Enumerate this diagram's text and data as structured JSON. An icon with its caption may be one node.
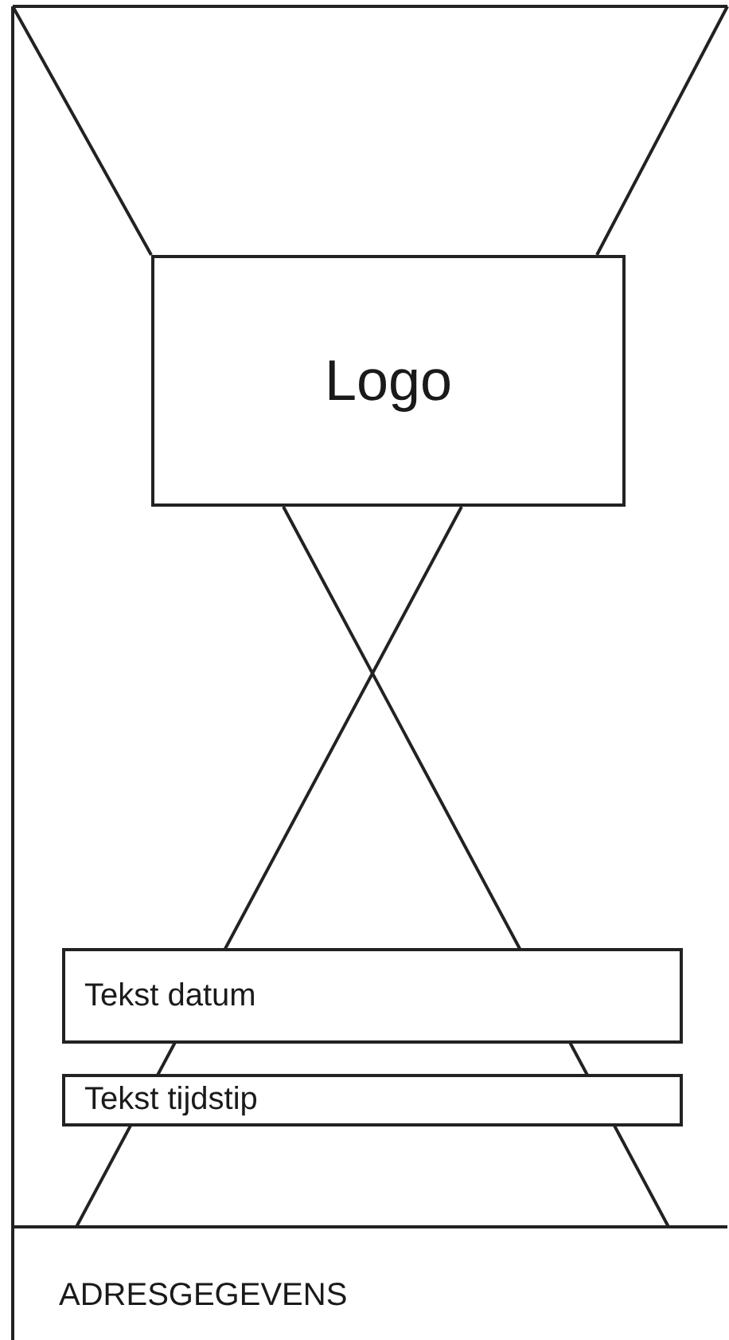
{
  "diagram": {
    "nodes": [
      {
        "text": [
          "Logo"
        ]
      },
      {
        "text": [
          "Tekst datum"
        ]
      },
      {
        "text": [
          "Tekst tijdstip"
        ]
      }
    ],
    "labels": [
      "ADRESGEGEVENS"
    ]
  }
}
